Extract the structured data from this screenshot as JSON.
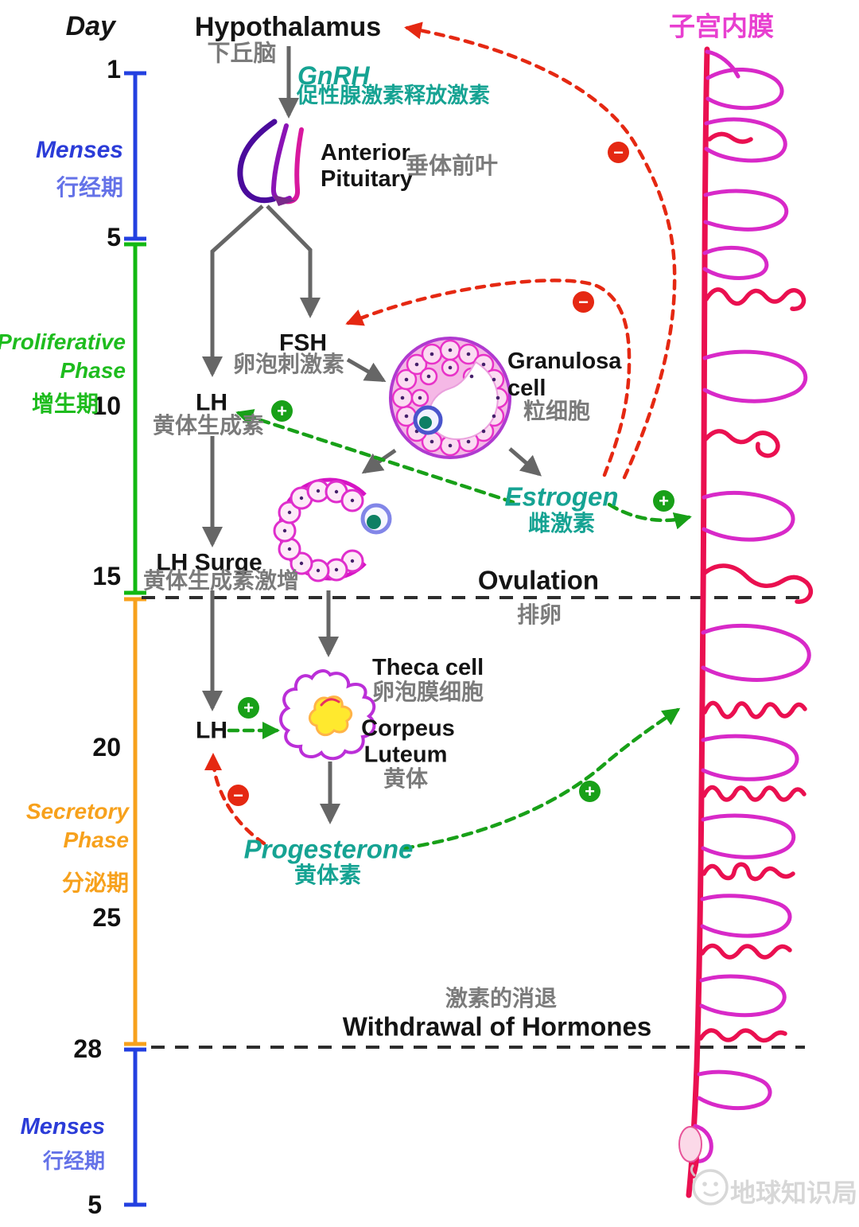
{
  "endometrium_label": "子宫内膜",
  "timeline": {
    "day_label": "Day",
    "ticks": [
      "1",
      "5",
      "10",
      "15",
      "20",
      "25",
      "28",
      "5"
    ],
    "phases": [
      {
        "en": "Menses",
        "zh": "行经期"
      },
      {
        "en1": "Proliferative",
        "en2": "Phase",
        "zh": "增生期"
      },
      {
        "en1": "Secretory",
        "en2": "Phase",
        "zh": "分泌期"
      },
      {
        "en": "Menses",
        "zh": "行经期"
      }
    ]
  },
  "nodes": {
    "hypothalamus": {
      "en": "Hypothalamus",
      "zh": "下丘脑"
    },
    "gnrh": {
      "en": "GnRH",
      "zh": "促性腺激素释放激素"
    },
    "pituitary": {
      "en1": "Anterior",
      "en2": "Pituitary",
      "zh": "垂体前叶"
    },
    "fsh": {
      "en": "FSH",
      "zh": "卵泡刺激素"
    },
    "lh": {
      "en": "LH",
      "zh": "黄体生成素"
    },
    "granulosa": {
      "en1": "Granulosa",
      "en2": "cell",
      "zh": "粒细胞"
    },
    "estrogen": {
      "en": "Estrogen",
      "zh": "雌激素"
    },
    "lh_surge": {
      "en": "LH Surge",
      "zh": "黄体生成素激增"
    },
    "ovulation": {
      "en": "Ovulation",
      "zh": "排卵"
    },
    "theca": {
      "en": "Theca cell",
      "zh": "卵泡膜细胞"
    },
    "corpus_luteum": {
      "en1": "Corpeus",
      "en2": "Luteum",
      "zh": "黄体"
    },
    "lh2": {
      "en": "LH"
    },
    "progesterone": {
      "en": "Progesterone",
      "zh": "黄体素"
    },
    "withdrawal": {
      "zh": "激素的消退",
      "en": "Withdrawal of Hormones"
    }
  },
  "feedback": {
    "plus": "+",
    "minus": "−"
  },
  "colors": {
    "menses_blue": "#2b3cd8",
    "proliferative_green": "#1ebc1e",
    "secretory_orange": "#f7a11c",
    "hormone_teal": "#16a393",
    "negative_red": "#e52812",
    "positive_green": "#18a018",
    "endometrium_crimson": "#ea1050",
    "endometrium_magenta": "#d829c8",
    "label_magenta": "#e83fd0"
  },
  "watermark": {
    "text": "地球知识局"
  }
}
